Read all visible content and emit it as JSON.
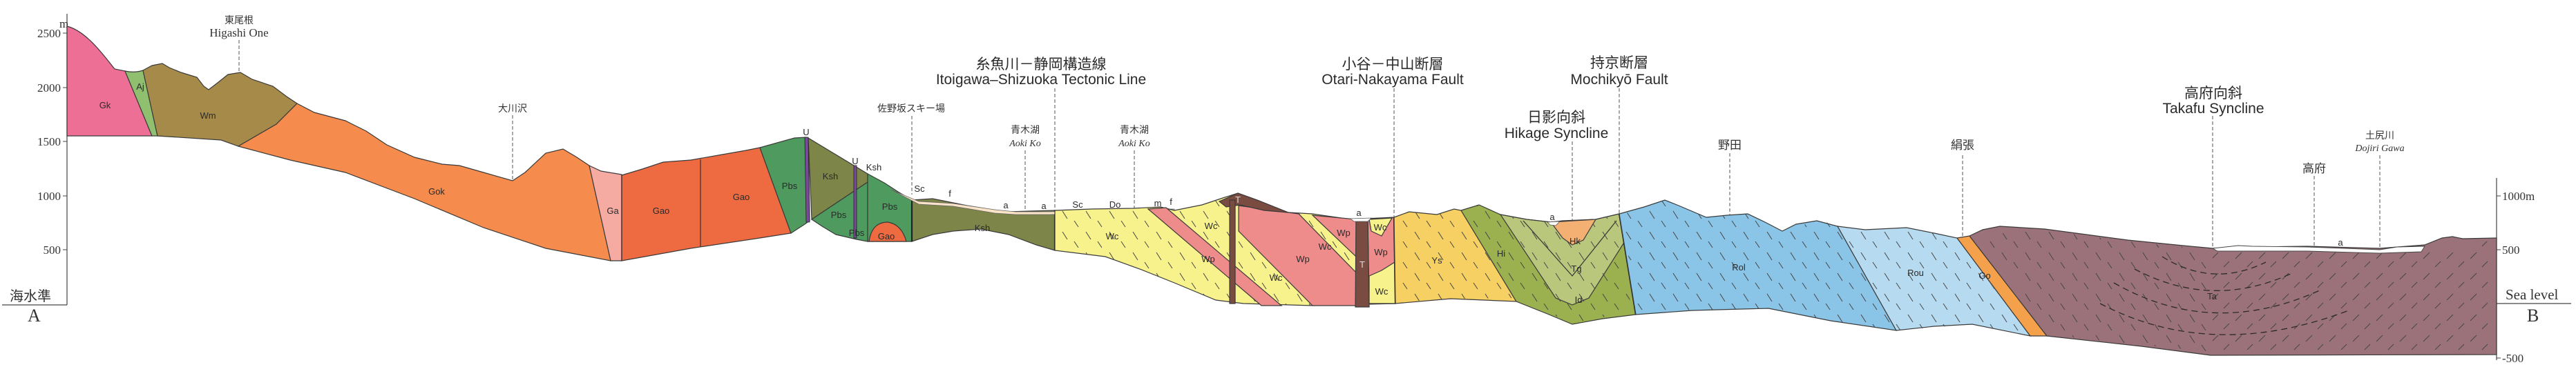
{
  "axis_left": {
    "unit": "m",
    "ticks": [
      "2500",
      "2000",
      "1500",
      "1000",
      "500"
    ],
    "sea_level": "海水準",
    "end_label": "A"
  },
  "axis_right": {
    "ticks": [
      "1000m",
      "500",
      "-500"
    ],
    "sea_level": "Sea level",
    "end_label": "B"
  },
  "structures": [
    {
      "ja": "糸魚川－静岡構造線",
      "en": "Itoigawa–Shizuoka Tectonic Line"
    },
    {
      "ja": "小谷－中山断層",
      "en": "Otari-Nakayama Fault"
    },
    {
      "ja": "持京断層",
      "en": "Mochikyō Fault"
    },
    {
      "ja": "日影向斜",
      "en": "Hikage Syncline"
    },
    {
      "ja": "高府向斜",
      "en": "Takafu Syncline"
    }
  ],
  "places": [
    {
      "ja": "東尾根",
      "en": "Higashi One"
    },
    {
      "ja": "大川沢"
    },
    {
      "ja": "佐野坂スキー場"
    },
    {
      "ja": "青木湖",
      "en": "Aoki Ko"
    },
    {
      "ja": "青木湖",
      "en": "Aoki Ko"
    },
    {
      "ja": "野田"
    },
    {
      "ja": "絹張"
    },
    {
      "ja": "高府"
    },
    {
      "ja": "土尻川",
      "en": "Dojiri Gawa"
    }
  ],
  "unit_labels": [
    "Gk",
    "Aj",
    "Wm",
    "Gok",
    "Ga",
    "Gao",
    "Gao",
    "Pbs",
    "U",
    "Ksh",
    "U",
    "Ksh",
    "Pbs",
    "Pbs",
    "Pbs",
    "Gao",
    "Sc",
    "f",
    "Ksh",
    "a",
    "a",
    "Sc",
    "Do",
    "m",
    "f",
    "Wc",
    "Wc",
    "Wp",
    "T",
    "Wc",
    "Wp",
    "Wc",
    "Wp",
    "a",
    "Wc",
    "Wp",
    "T",
    "Wc",
    "Ys",
    "Hi",
    "a",
    "Hk",
    "Tg",
    "Id",
    "Rol",
    "Rou",
    "Go",
    "a",
    "Ta"
  ],
  "colors": {
    "Gk": "#ee6f96",
    "Aj": "#8fbf6f",
    "Wm": "#a68a4a",
    "Gok": "#f58b4c",
    "Ga": "#f5aaa2",
    "Gao": "#ee6a40",
    "Pbs": "#4f9a5e",
    "Ksh": "#7d8549",
    "dike": "#7a4a9a",
    "Wc": "#f7f28c",
    "Wp": "#ee8c8c",
    "T": "#7a4b40",
    "Ys": "#f6d062",
    "Hi": "#9bb04f",
    "Tg": "#b8c77c",
    "Hk": "#f3b072",
    "Rol": "#8ac4e6",
    "Rou": "#b6dbf1",
    "Go": "#f5a04a",
    "Ta": "#9b7279"
  }
}
